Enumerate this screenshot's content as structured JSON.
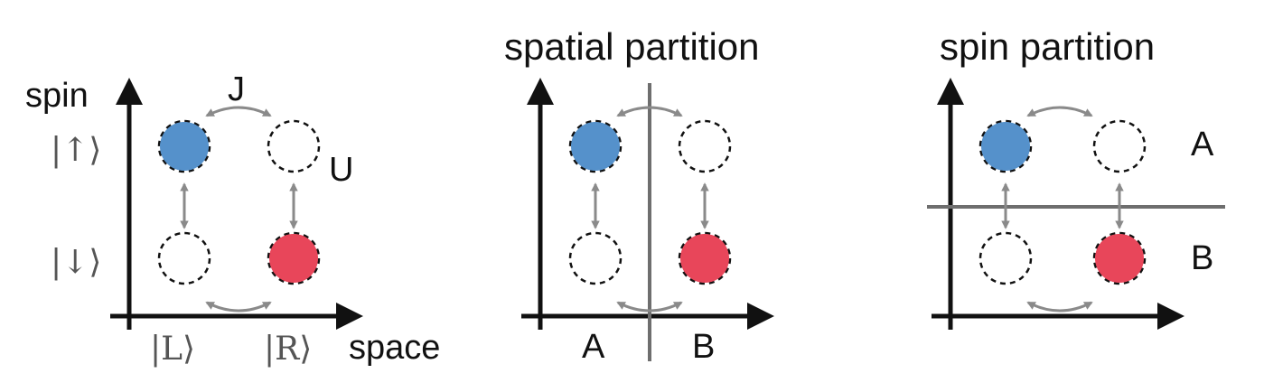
{
  "colors": {
    "spin_up": "#5591cb",
    "spin_down": "#e8465a",
    "axis": "#111111",
    "coupling_arrow": "#8a8a8a",
    "divider": "#6e6e6e"
  },
  "panel1": {
    "y_axis_label": "spin",
    "x_axis_label": "space",
    "coupling_label_J": "J",
    "interaction_label_U": "U",
    "ket_up": "|↑⟩",
    "ket_down": "|↓⟩",
    "ket_L": "|L⟩",
    "ket_R": "|R⟩"
  },
  "panel2": {
    "title": "spatial partition",
    "region_a": "A",
    "region_b": "B"
  },
  "panel3": {
    "title": "spin partition",
    "region_a": "A",
    "region_b": "B"
  }
}
